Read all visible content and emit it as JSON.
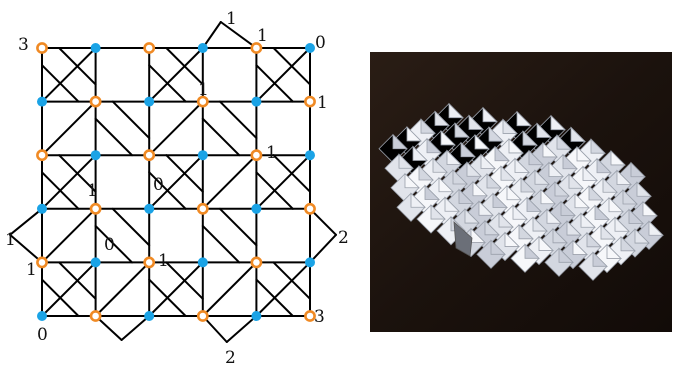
{
  "diagram": {
    "labels": [
      "1",
      "1",
      "0",
      "3",
      "1",
      "1",
      "1",
      "0",
      "1",
      "1",
      "0",
      "1",
      "1",
      "2",
      "3",
      "0",
      "2"
    ],
    "colors": {
      "edge": "#000000",
      "blue_vertex": "#1aa3e6",
      "orange_vertex": "#f08a24"
    }
  },
  "photo": {
    "colors": {
      "background": "#1b120d",
      "paper": "#e9ebf0",
      "crease": "#9aa0ab"
    }
  }
}
